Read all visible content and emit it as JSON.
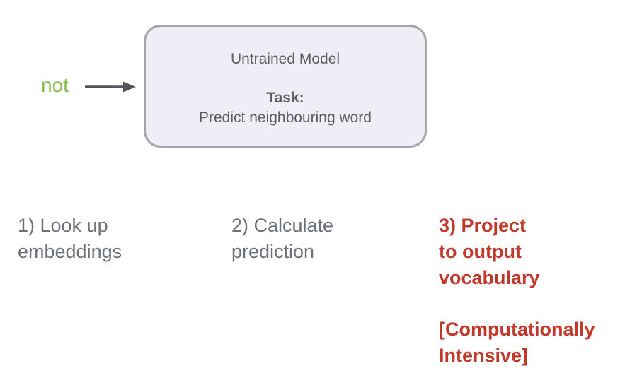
{
  "diagram": {
    "input_word": "not",
    "model_box": {
      "title": "Untrained Model",
      "task_label": "Task:",
      "task_description": "Predict neighbouring word"
    },
    "steps": [
      {
        "label": "1) Look up\nembeddings",
        "emphasis": false
      },
      {
        "label": "2) Calculate\nprediction",
        "emphasis": false
      },
      {
        "label": "3) Project\nto output\nvocabulary",
        "emphasis": true,
        "note": "[Computationally\nIntensive]"
      }
    ],
    "colors": {
      "input_word_green": "#84bd4b",
      "step_gray": "#6d7278",
      "emphasis_red": "#c0392b",
      "box_fill": "#f1edf7",
      "box_border": "#a6a4a7",
      "box_text": "#5f5c66",
      "arrow": "#54565c"
    }
  }
}
